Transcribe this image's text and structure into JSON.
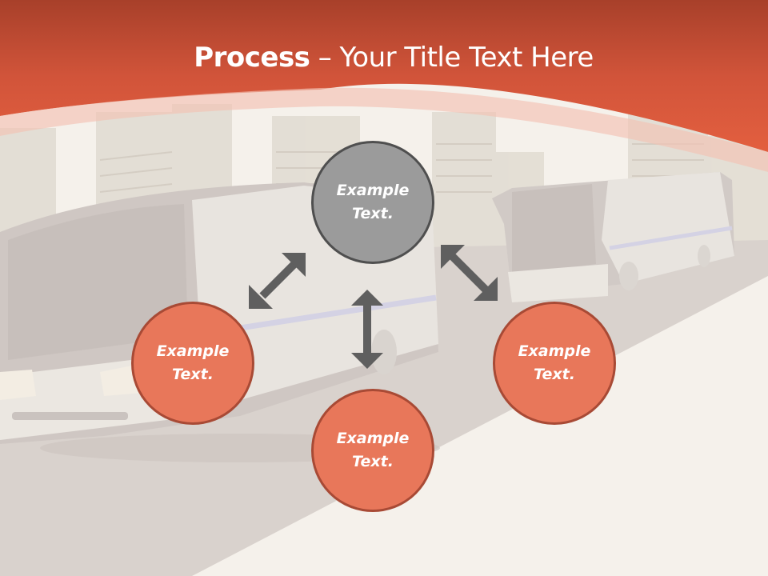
{
  "slide": {
    "title_bold": "Process",
    "title_rest": " – Your Title Text Here",
    "colors": {
      "header": "#dc5a3c",
      "header_dark": "#a8402a",
      "background": "#f5f1eb",
      "center_node": "#9b9b9b",
      "center_node_border": "#4f4f4f",
      "outer_node": "#e8775a",
      "outer_node_border": "#a84a35",
      "arrow": "#5f5f5f"
    },
    "nodes": {
      "center": {
        "line1": "Example",
        "line2": "Text."
      },
      "left": {
        "line1": "Example",
        "line2": "Text."
      },
      "bottom": {
        "line1": "Example",
        "line2": "Text."
      },
      "right": {
        "line1": "Example",
        "line2": "Text."
      }
    },
    "arrows": [
      {
        "name": "arrow-center-left",
        "icon": "double-arrow-diagonal"
      },
      {
        "name": "arrow-center-bottom",
        "icon": "double-arrow-vertical"
      },
      {
        "name": "arrow-center-right",
        "icon": "double-arrow-diagonal"
      }
    ]
  }
}
